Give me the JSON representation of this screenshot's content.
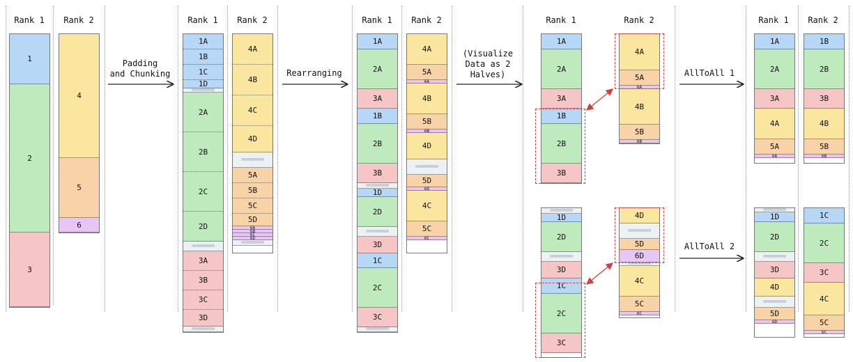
{
  "headers": {
    "rank1": "Rank 1",
    "rank2": "Rank 2"
  },
  "steps": {
    "padding": "Padding\nand Chunking",
    "rearranging": "Rearranging",
    "visualize": "(Visualize\nData as 2\nHalves)",
    "alltoall1": "AllToAll 1",
    "alltoall2": "AllToAll 2"
  },
  "pad_text": "0000000000000",
  "colors": {
    "blue": "#b6d7f5",
    "green": "#bfeabd",
    "red": "#f5c6c5",
    "yellow": "#fbe6a0",
    "orange": "#f8d3a7",
    "purple": "#e7c6f6",
    "dashed": "#d43d3d"
  },
  "stage1": {
    "rank1": [
      "1",
      "2",
      "3"
    ],
    "rank2": [
      "4",
      "5",
      "6"
    ]
  },
  "stage2": {
    "rank1": [
      "1A",
      "1B",
      "1C",
      "1D",
      "2A",
      "2B",
      "2C",
      "2D",
      "3A",
      "3B",
      "3C",
      "3D"
    ],
    "rank2": [
      "4A",
      "4B",
      "4C",
      "4D",
      "5A",
      "5B",
      "5C",
      "5D",
      "6A",
      "6B",
      "6C",
      "6D"
    ]
  },
  "stage3": {
    "rank1": [
      "1A",
      "2A",
      "3A",
      "1B",
      "2B",
      "3B",
      "1D",
      "2D",
      "3D",
      "1C",
      "2C",
      "3C"
    ],
    "rank2": [
      "4A",
      "5A",
      "6A",
      "4B",
      "5B",
      "6B",
      "4D",
      "5D",
      "6D",
      "4C",
      "5C",
      "6C"
    ]
  },
  "stage4": {
    "top": {
      "rank1": [
        "1A",
        "2A",
        "3A",
        "1B",
        "2B",
        "3B"
      ],
      "rank2": [
        "4A",
        "5A",
        "6A",
        "4B",
        "5B",
        "6B"
      ]
    },
    "bottom": {
      "rank1": [
        "1D",
        "2D",
        "3D",
        "1C",
        "2C",
        "3C"
      ],
      "rank2": [
        "4D",
        "5D",
        "6D",
        "4C",
        "5C",
        "6C"
      ]
    }
  },
  "stage5": {
    "top": {
      "rank1": [
        "1A",
        "2A",
        "3A",
        "4A",
        "5A",
        "6A"
      ],
      "rank2": [
        "1B",
        "2B",
        "3B",
        "4B",
        "5B",
        "6B"
      ]
    },
    "bottom": {
      "rank1": [
        "1D",
        "2D",
        "3D",
        "4D",
        "5D",
        "6D"
      ],
      "rank2": [
        "1C",
        "2C",
        "3C",
        "4C",
        "5C",
        "6C"
      ]
    }
  }
}
